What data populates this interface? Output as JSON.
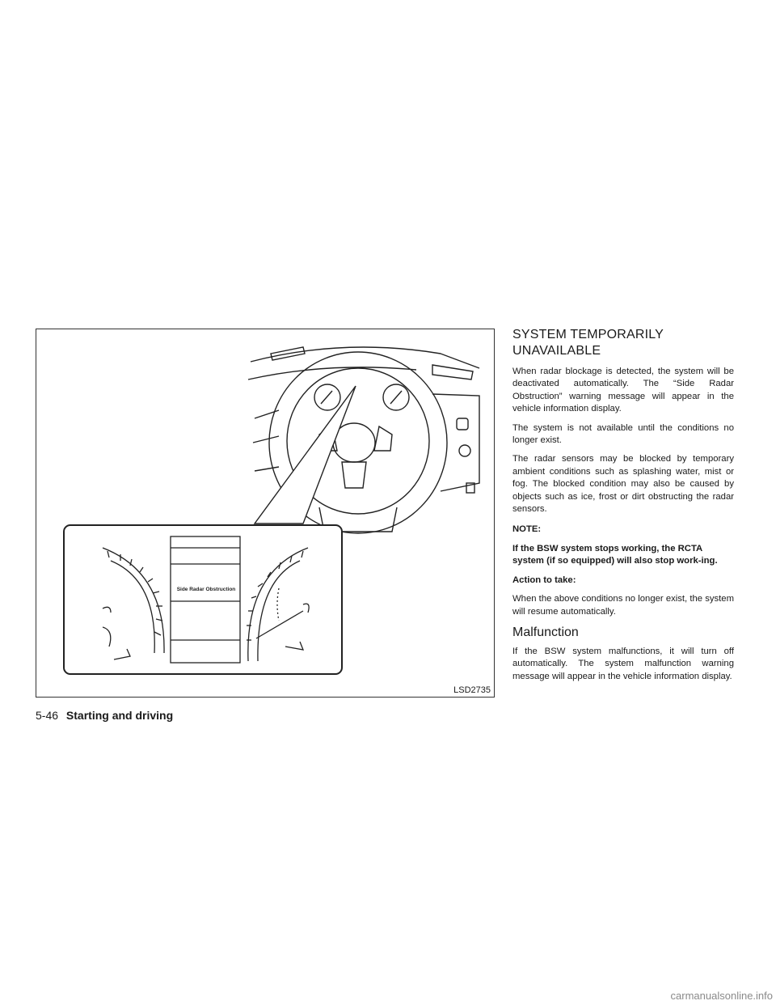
{
  "figure": {
    "code": "LSD2735",
    "cluster_message": "Side Radar Obstruction"
  },
  "section": {
    "title_line1": "SYSTEM TEMPORARILY",
    "title_line2": "UNAVAILABLE",
    "p1": "When radar blockage is detected, the system will be deactivated automatically. The “Side Radar Obstruction” warning message will appear in the vehicle information display.",
    "p2": "The system is not available until the conditions no longer exist.",
    "p3": "The radar sensors may be blocked by temporary ambient conditions such as splashing water, mist or fog. The blocked condition may also be caused by objects such as ice, frost or dirt obstructing the radar sensors.",
    "note_label": "NOTE:",
    "note_text": "If the BSW system stops working, the RCTA system (if so equipped) will also stop work-ing.",
    "action_label": "Action to take:",
    "action_text": "When the above conditions no longer exist, the system will resume automatically.",
    "malfunction_title": "Malfunction",
    "malfunction_text": "If the BSW system malfunctions, it will turn off automatically. The system malfunction warning message will appear in the vehicle information display."
  },
  "footer": {
    "page": "5-46",
    "section": "Starting and driving"
  },
  "watermark": "carmanualsonline.info"
}
